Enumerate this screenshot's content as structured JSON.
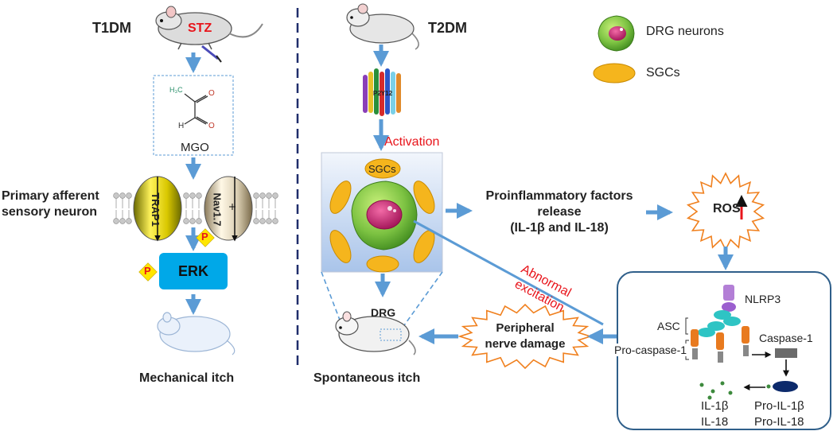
{
  "t1dm": {
    "title": "T1DM",
    "drug": "STZ",
    "molecule": "MGO",
    "atom_h3c": "H₃C",
    "atom_h": "H",
    "atom_o1": "O",
    "atom_o2": "O",
    "neuron_label_line1": "Primary afferent",
    "neuron_label_line2": "sensory neuron",
    "channel1": "TRAP1",
    "channel2": "Nav1.7",
    "phospho": "P",
    "kinase": "ERK",
    "outcome": "Mechanical itch"
  },
  "t2dm": {
    "title": "T2DM",
    "receptor": "P2Y12",
    "activation": "Activation",
    "sgcs_tag": "SGCs",
    "drg_label": "DRG",
    "outcome": "Spontaneous itch",
    "release_line1": "Proinflammatory factors",
    "release_line2": "release",
    "release_line3": "(IL-1β and IL-18)",
    "ros": "ROS",
    "abnormal_line1": "Abnormal",
    "abnormal_line2": "excitation",
    "nerve_damage_line1": "Peripheral",
    "nerve_damage_line2": "nerve damage"
  },
  "legend": {
    "drg_neurons": "DRG neurons",
    "sgcs": "SGCs"
  },
  "inflammasome": {
    "nlrp3": "NLRP3",
    "asc": "ASC",
    "pro_caspase": "Pro-caspase-1",
    "caspase": "Caspase-1",
    "il1b": "IL-1β",
    "il18": "IL-18",
    "pro_il1b": "Pro-IL-1β",
    "pro_il18": "Pro-IL-18"
  },
  "colors": {
    "arrow": "#5b9bd5",
    "stz_red": "#e8141b",
    "neuron_green": "#7cc242",
    "nucleus_magenta": "#d6307f",
    "sgc_orange": "#f5b51d",
    "erk_blue": "#00a8e8",
    "phospho_yellow": "#ffe600",
    "divider_navy": "#1f2d6b",
    "box_border": "#2f5f8a",
    "starburst_orange": "#f0801e"
  }
}
